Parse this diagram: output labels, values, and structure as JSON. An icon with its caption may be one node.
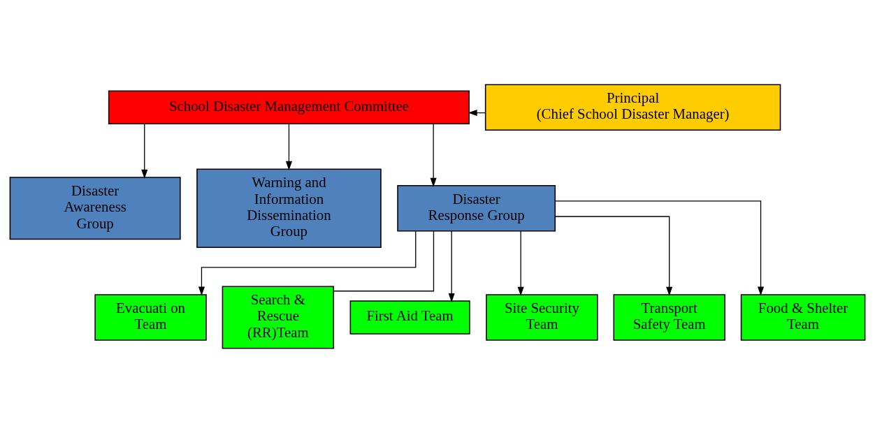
{
  "diagram": {
    "nodes": [
      {
        "text": [
          "School Disaster Management Committee"
        ]
      },
      {
        "text": [
          "Principal (Chief School Disaster Manager)"
        ]
      },
      {
        "text": [
          "Disaster Awareness Group"
        ]
      },
      {
        "text": [
          "Warning and Information Dissemination Group"
        ]
      },
      {
        "text": [
          "Disaster Response Group"
        ]
      },
      {
        "text": [
          "Evacuati on Team"
        ]
      },
      {
        "text": [
          "Search & Rescue (RR)Team"
        ]
      },
      {
        "text": [
          "First Aid Team"
        ]
      },
      {
        "text": [
          "Site Security Team"
        ]
      },
      {
        "text": [
          "Transport Safety Team"
        ]
      },
      {
        "text": [
          "Food & Shelter Team"
        ]
      }
    ],
    "edges": [
      {
        "from": 1,
        "to": 0,
        "arrow": "to"
      },
      {
        "from": 0,
        "to": 2,
        "arrow": "to"
      },
      {
        "from": 0,
        "to": 3,
        "arrow": "to"
      },
      {
        "from": 0,
        "to": 4,
        "arrow": "to"
      },
      {
        "from": 4,
        "to": 5,
        "arrow": "to"
      },
      {
        "from": 4,
        "to": 6,
        "arrow": "none"
      },
      {
        "from": 4,
        "to": 7,
        "arrow": "to"
      },
      {
        "from": 4,
        "to": 8,
        "arrow": "to"
      },
      {
        "from": 4,
        "to": 9,
        "arrow": "to"
      },
      {
        "from": 4,
        "to": 10,
        "arrow": "to"
      }
    ]
  }
}
